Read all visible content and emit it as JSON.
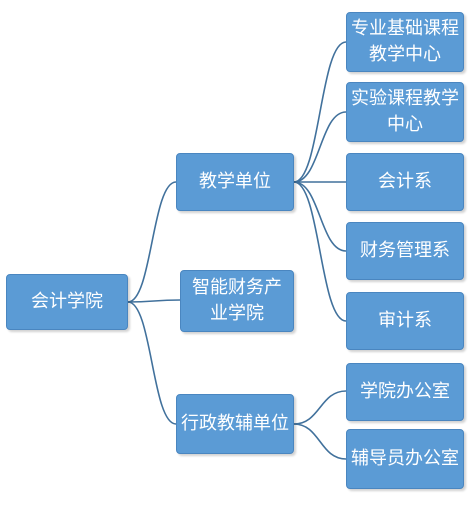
{
  "colors": {
    "node_fill": "#5b9bd5",
    "node_text": "#ffffff",
    "connector": "#41719c"
  },
  "root": {
    "label": "会计学院"
  },
  "level1": [
    {
      "label": "教学单位"
    },
    {
      "label": "智能财务产业学院"
    },
    {
      "label": "行政教辅单位"
    }
  ],
  "teaching_units": [
    {
      "label": "专业基础课程教学中心"
    },
    {
      "label": "实验课程教学中心"
    },
    {
      "label": "会计系"
    },
    {
      "label": "财务管理系"
    },
    {
      "label": "审计系"
    }
  ],
  "admin_units": [
    {
      "label": "学院办公室"
    },
    {
      "label": "辅导员办公室"
    }
  ]
}
